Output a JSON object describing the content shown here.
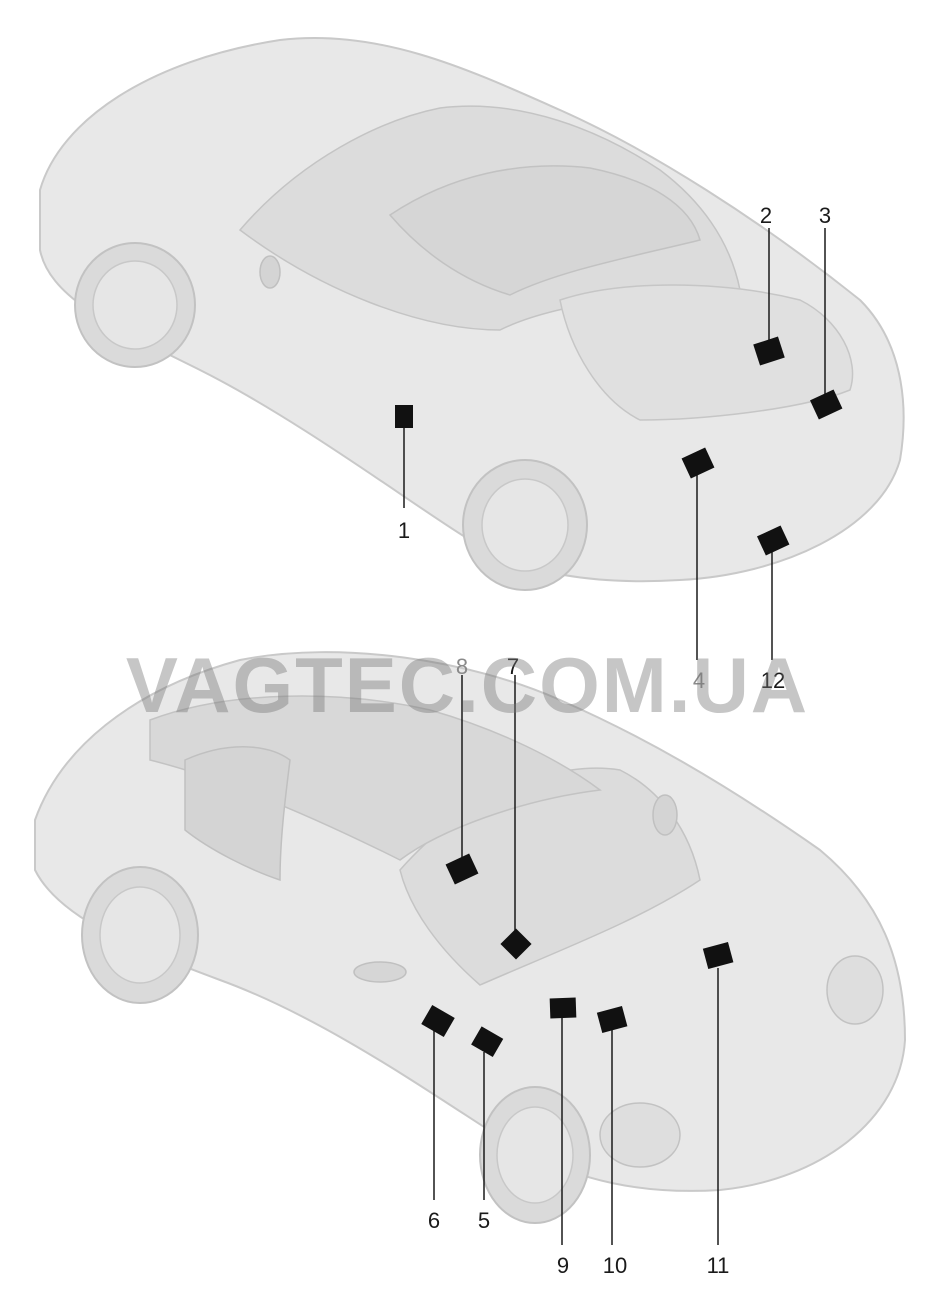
{
  "watermark": "VAGTEC.COM.UA",
  "callouts": [
    "1",
    "2",
    "3",
    "4",
    "12",
    "8",
    "7",
    "6",
    "5",
    "9",
    "10",
    "11"
  ],
  "colors": {
    "body": "#e6e6e6",
    "outline": "#c8c8c8",
    "glass": "#d8d8d8",
    "marker": "#111111",
    "line": "#1a1a1a"
  }
}
